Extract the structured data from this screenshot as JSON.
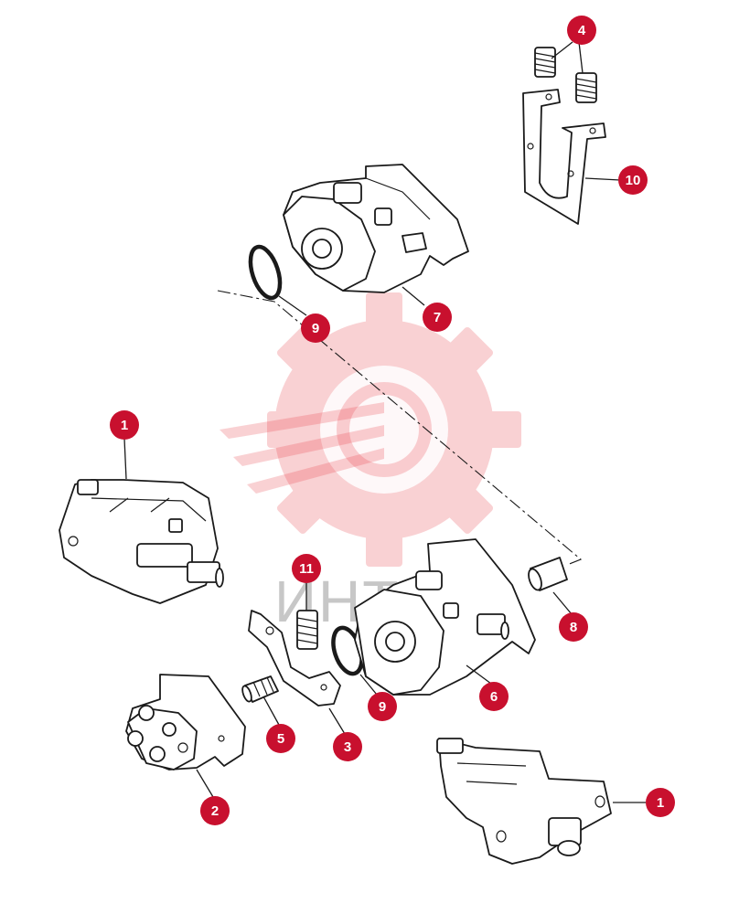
{
  "watermark": {
    "text": "ИНТЕХ",
    "color": "#e8323c"
  },
  "callout_color": "#c8102e",
  "callouts": {
    "c4": "4",
    "c10": "10",
    "c7": "7",
    "c9a": "9",
    "c1a": "1",
    "c11": "11",
    "c6": "6",
    "c8": "8",
    "c5": "5",
    "c3": "3",
    "c9b": "9",
    "c2": "2",
    "c1b": "1"
  }
}
